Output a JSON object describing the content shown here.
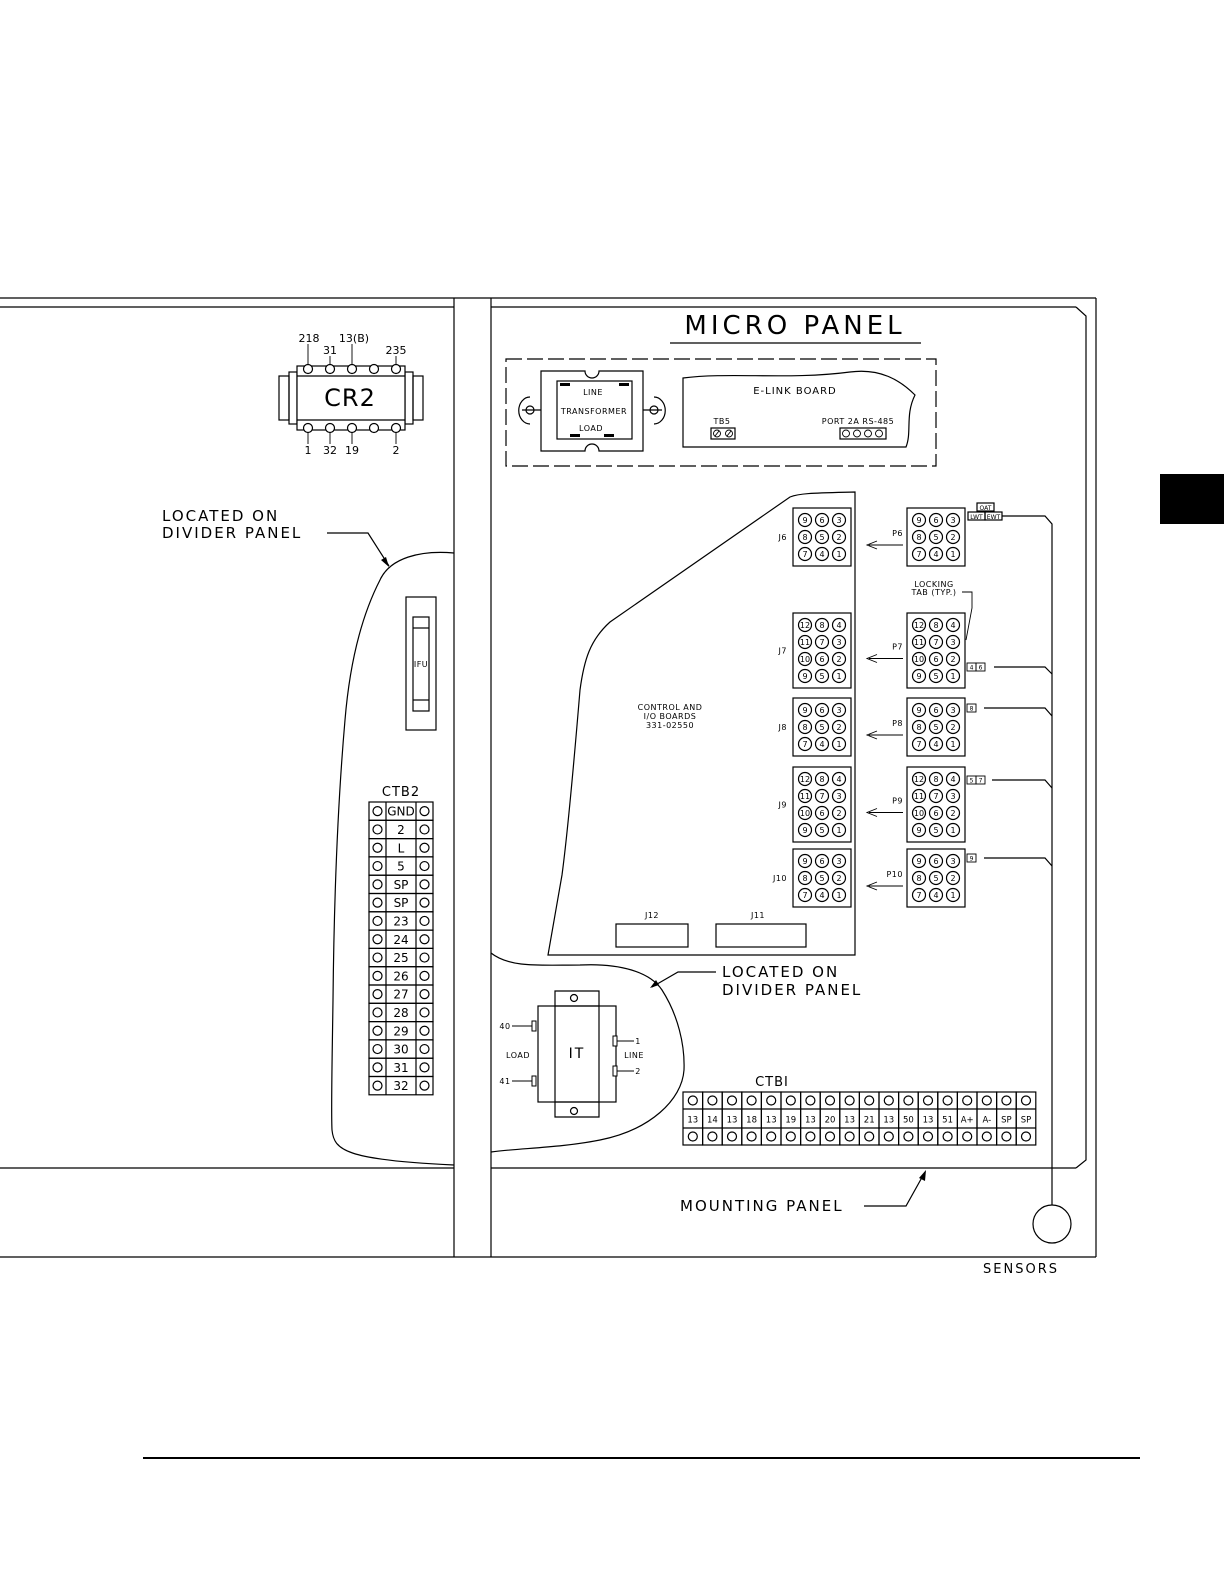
{
  "micro_panel": {
    "title": "MICRO PANEL",
    "transformer": {
      "line": "LINE",
      "name": "TRANSFORMER",
      "load": "LOAD"
    },
    "elink": {
      "name": "E-LINK BOARD",
      "tb5": "TB5",
      "port": "PORT 2A RS-485"
    },
    "control_board": {
      "line1": "CONTROL AND",
      "line2": "I/O BOARDS",
      "line3": "331-02550"
    },
    "j12": "J12",
    "j11": "J11",
    "locking_tab_1": "LOCKING",
    "locking_tab_2": "TAB (TYP.)",
    "oat": "OAT",
    "lwt": "LWT",
    "ewt": "EWT"
  },
  "cr2": {
    "name": "CR2",
    "top_labels": [
      "218",
      "31",
      "13(B)",
      "235"
    ],
    "bottom_labels": [
      "1",
      "32",
      "19",
      "2"
    ]
  },
  "callouts": {
    "divider_left_1": "LOCATED ON",
    "divider_left_2": "DIVIDER PANEL",
    "divider_right_1": "LOCATED ON",
    "divider_right_2": "DIVIDER PANEL",
    "mounting": "MOUNTING PANEL",
    "sensors": "SENSORS"
  },
  "fuse": {
    "label": "IFU"
  },
  "it_transformer": {
    "name": "IT",
    "load": "LOAD",
    "line": "LINE",
    "w40": "40",
    "w41": "41",
    "w1": "1",
    "w2": "2"
  },
  "ctb2": {
    "title": "CTB2",
    "terminals": [
      "GND",
      "2",
      "L",
      "5",
      "SP",
      "SP",
      "23",
      "24",
      "25",
      "26",
      "27",
      "28",
      "29",
      "30",
      "31",
      "32"
    ]
  },
  "ctb1": {
    "title": "CTBI",
    "terminals": [
      "13",
      "14",
      "13",
      "18",
      "13",
      "19",
      "13",
      "20",
      "13",
      "21",
      "13",
      "50",
      "13",
      "51",
      "A+",
      "A-",
      "SP",
      "SP"
    ]
  },
  "connectors_j": [
    {
      "id": "J6",
      "pins": [
        [
          "9",
          "6",
          "3"
        ],
        [
          "8",
          "5",
          "2"
        ],
        [
          "7",
          "4",
          "1"
        ]
      ]
    },
    {
      "id": "J7",
      "pins": [
        [
          "12",
          "8",
          "4"
        ],
        [
          "11",
          "7",
          "3"
        ],
        [
          "10",
          "6",
          "2"
        ],
        [
          "9",
          "5",
          "1"
        ]
      ]
    },
    {
      "id": "J8",
      "pins": [
        [
          "9",
          "6",
          "3"
        ],
        [
          "8",
          "5",
          "2"
        ],
        [
          "7",
          "4",
          "1"
        ]
      ]
    },
    {
      "id": "J9",
      "pins": [
        [
          "12",
          "8",
          "4"
        ],
        [
          "11",
          "7",
          "3"
        ],
        [
          "10",
          "6",
          "2"
        ],
        [
          "9",
          "5",
          "1"
        ]
      ]
    },
    {
      "id": "J10",
      "pins": [
        [
          "9",
          "6",
          "3"
        ],
        [
          "8",
          "5",
          "2"
        ],
        [
          "7",
          "4",
          "1"
        ]
      ]
    }
  ],
  "connectors_p": [
    {
      "id": "P6",
      "pins": [
        [
          "9",
          "6",
          "3"
        ],
        [
          "8",
          "5",
          "2"
        ],
        [
          "7",
          "4",
          "1"
        ]
      ],
      "tags": []
    },
    {
      "id": "P7",
      "pins": [
        [
          "12",
          "8",
          "4"
        ],
        [
          "11",
          "7",
          "3"
        ],
        [
          "10",
          "6",
          "2"
        ],
        [
          "9",
          "5",
          "1"
        ]
      ],
      "tags": [
        "4",
        "6"
      ]
    },
    {
      "id": "P8",
      "pins": [
        [
          "9",
          "6",
          "3"
        ],
        [
          "8",
          "5",
          "2"
        ],
        [
          "7",
          "4",
          "1"
        ]
      ],
      "tags": [
        "8"
      ]
    },
    {
      "id": "P9",
      "pins": [
        [
          "12",
          "8",
          "4"
        ],
        [
          "11",
          "7",
          "3"
        ],
        [
          "10",
          "6",
          "2"
        ],
        [
          "9",
          "5",
          "1"
        ]
      ],
      "tags": [
        "5",
        "7"
      ]
    },
    {
      "id": "P10",
      "pins": [
        [
          "9",
          "6",
          "3"
        ],
        [
          "8",
          "5",
          "2"
        ],
        [
          "7",
          "4",
          "1"
        ]
      ],
      "tags": [
        "9"
      ]
    }
  ]
}
